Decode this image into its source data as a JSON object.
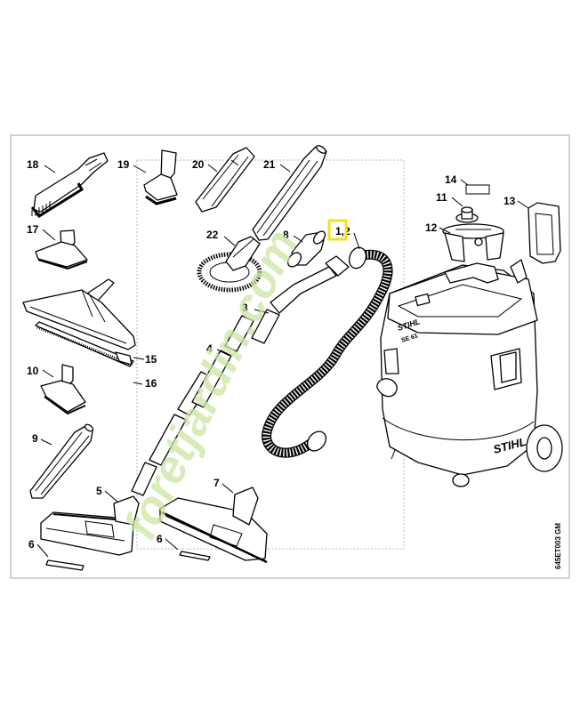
{
  "callouts": {
    "n1_2": "1,2",
    "n3": "3",
    "n4": "4",
    "n5": "5",
    "n6a": "6",
    "n6b": "6",
    "n7": "7",
    "n8": "8",
    "n9": "9",
    "n10": "10",
    "n11": "11",
    "n12": "12",
    "n13": "13",
    "n14": "14",
    "n15": "15",
    "n16": "16",
    "n17": "17",
    "n18": "18",
    "n19": "19",
    "n20": "20",
    "n21": "21",
    "n22": "22"
  },
  "brand": {
    "logo_main": "STIHL",
    "logo_top": "STIHL",
    "model": "SE 61"
  },
  "watermark": "foretjardin.com",
  "drawing_code": "645ET003 GM",
  "highlight": {
    "target": "1,2",
    "color": "#f5e11a"
  },
  "colors": {
    "line": "#000000",
    "background": "#ffffff",
    "frame": "#b5b5b5",
    "watermark_green": "#c9e6a0",
    "watermark_brown": "#d7c3a8"
  }
}
